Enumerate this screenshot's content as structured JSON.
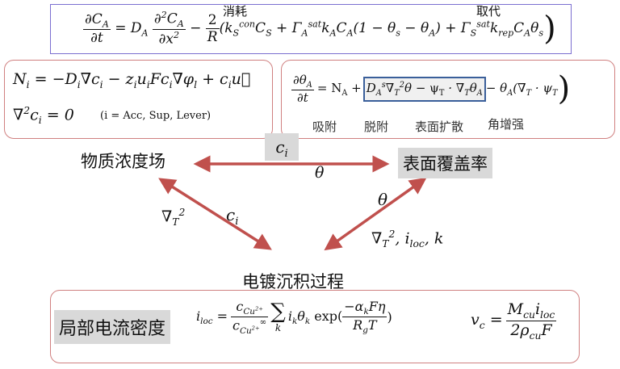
{
  "top_equation": {
    "lhs_num": "∂C<sub>A</sub>",
    "lhs_den": "∂t",
    "eq_da": "= D<sub>A</sub>",
    "d2_num": "∂<sup>2</sup>C<sub>A</sub>",
    "d2_den": "∂x<sup>2</sup>",
    "minus": "−",
    "r_num": "2",
    "r_den": "R",
    "body": "(k<sub>S</sub><sup>con</sup>C<sub>S</sub> + Γ<sub>A</sub><sup>sat</sup>k<sub>A</sub>C<sub>A</sub>(1 − θ<sub>s</sub> − θ<sub>A</sub>) + Γ<sub>S</sub><sup>sat</sup>k<sub>rep</sub>C<sub>A</sub>θ<sub>s</sub>",
    "close": ")",
    "annot_consume": "消耗",
    "annot_replace": "取代"
  },
  "left_box": {
    "flux": "N<sub>i</sub> = −D<sub>i</sub>∇c<sub>i</sub> − z<sub>i</sub>u<sub>i</sub>Fc<sub>i</sub>∇φ<sub>l</sub> + c<sub>i</sub>u⃗",
    "laplace": "∇<sup>2</sup>c<sub>i</sub> = 0",
    "laplace_note": "(i = Acc, Sup, Lever)"
  },
  "right_box": {
    "lhs_num": "∂θ<sub>A</sub>",
    "lhs_den": "∂t",
    "eq_na": "= <span class=\"up\">N<sub>A</sub></span> +",
    "boxed": "D<sub>A</sub><sup>s</sup>∇<sub>T</sub><sup>2</sup>θ − <span class=\"up\">ψ<sub>T</sub></span> · ∇<sub>T</sub>θ<sub>A</sub>",
    "tail": "− θ<sub>A</sub>(∇<sub>T</sub> · ψ<sub>T</sub>",
    "close": ")",
    "annot_adsorb": "吸附",
    "annot_desorb": "脱附",
    "annot_surface_diffusion": "表面扩散",
    "annot_angle_enhance": "角增强"
  },
  "nodes": {
    "concentration_field": "物质浓度场",
    "surface_coverage": "表面覆盖率",
    "electroplating": "电镀沉积过程",
    "local_current_density": "局部电流密度"
  },
  "edge_labels": {
    "top_ci": "c<sub>i</sub>",
    "top_theta": "θ",
    "left_nabla": "∇<sub>T</sub><sup>2</sup>",
    "left_ci": "c<sub>i</sub>",
    "right_theta": "θ",
    "right_vars": "∇<sub>T</sub><sup>2</sup>, i<sub>loc</sub>, k"
  },
  "bottom_box": {
    "iloc_lhs": "i<sub>loc</sub> =",
    "c_num": "c<sub>Cu<sup>2+</sup></sub>",
    "c_den": "c<sub>Cu<sup>2+</sup></sub><sup>∞</sup>",
    "sum": "∑",
    "sum_index": "k",
    "sum_body": "i<sub>k</sub>θ<sub>k</sub> <span class=\"up\">exp(</span>",
    "exp_num": "−α<sub>k</sub>Fη",
    "exp_den": "R<sub>g</sub>T",
    "exp_close": ")",
    "vc_lhs": "v<sub>c</sub> =",
    "vc_num": "M<sub>cu</sub>i<sub>loc</sub>",
    "vc_den": "2ρ<sub>cu</sub>F"
  },
  "colors": {
    "arrow": "#c0504d",
    "box_border": "#d08080",
    "top_border": "#7b6fd0",
    "highlight": "#d9d9d9",
    "inner_box": "#3a5f9a"
  }
}
